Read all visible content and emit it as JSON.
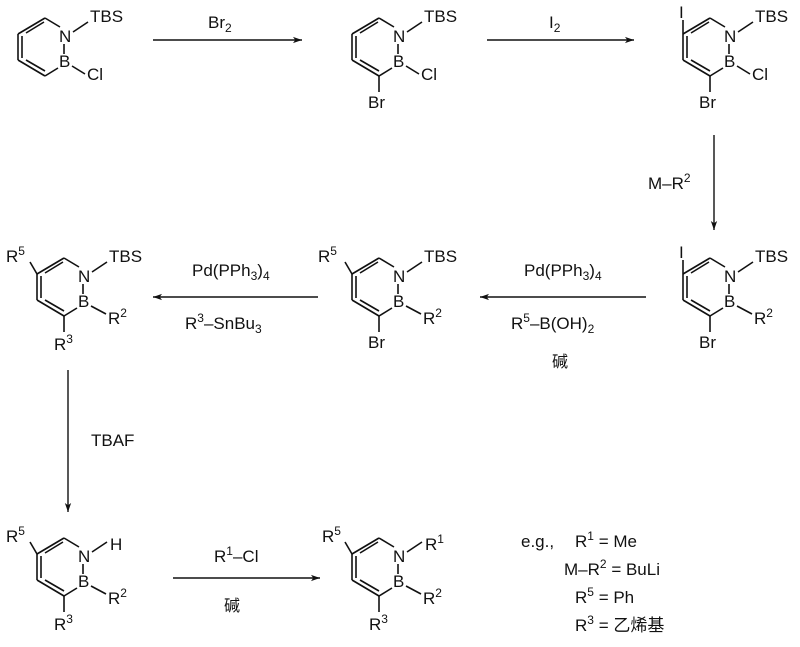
{
  "reagents": {
    "step1": "Br",
    "step1_sub": "2",
    "step2": "I",
    "step2_sub": "2",
    "step3_a": "M–R",
    "step3_sup": "2",
    "step4_line1_a": "Pd(PPh",
    "step4_line1_sub": "3",
    "step4_line1_b": ")",
    "step4_line1_sub2": "4",
    "step4_line2_a": "R",
    "step4_line2_sup": "5",
    "step4_line2_b": "–B(OH)",
    "step4_line2_sub": "2",
    "step4_line3": "碱",
    "step5_line1_a": "Pd(PPh",
    "step5_line1_sub": "3",
    "step5_line1_b": ")",
    "step5_line1_sub2": "4",
    "step5_line2_a": "R",
    "step5_line2_sup": "3",
    "step5_line2_b": "–SnBu",
    "step5_line2_sub": "3",
    "step6": "TBAF",
    "step7_line1_a": "R",
    "step7_line1_sup": "1",
    "step7_line1_b": "–Cl",
    "step7_line2": "碱"
  },
  "atoms": {
    "N": "N",
    "B": "B",
    "TBS": "TBS",
    "Cl": "Cl",
    "Br": "Br",
    "I": "I",
    "H": "H",
    "R": "R",
    "sup1": "1",
    "sup2": "2",
    "sup3": "3",
    "sup5": "5"
  },
  "examples": {
    "lead": "e.g.,",
    "r1_a": "R",
    "r1_sup": "1",
    "r1_b": " = Me",
    "mr2_a": "M–R",
    "mr2_sup": "2",
    "mr2_b": " = BuLi",
    "r5_a": "R",
    "r5_sup": "5",
    "r5_b": " = Ph",
    "r3_a": "R",
    "r3_sup": "3",
    "r3_b": " = 乙烯基"
  }
}
